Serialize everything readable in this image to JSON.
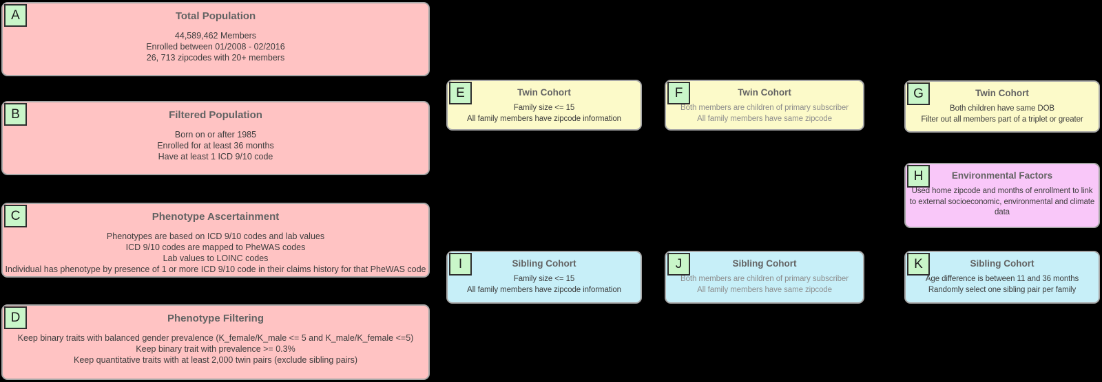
{
  "palette": {
    "background": "#000000",
    "population_fill": "#FFC3C3",
    "twin_cohort_fill": "#FCFAC9",
    "sibling_cohort_fill": "#C7EFF8",
    "environment_fill": "#F9C7F9",
    "label_badge_fill": "#C9F6C9",
    "box_border": "#A8A8A8",
    "label_badge_border": "#2E2E2E",
    "title_text": "#636363",
    "body_text": "#3D3D3D",
    "muted_body_text": "#8E8E8E"
  },
  "boxes": {
    "A": {
      "label": "A",
      "title": "Total Population",
      "lines": [
        "44,589,462 Members",
        "Enrolled between 01/2008 - 02/2016",
        "26, 713 zipcodes with 20+ members"
      ]
    },
    "B": {
      "label": "B",
      "title": "Filtered Population",
      "lines": [
        "Born on or after 1985",
        "Enrolled for at least 36 months",
        "Have at least 1 ICD 9/10 code"
      ]
    },
    "C": {
      "label": "C",
      "title": "Phenotype Ascertainment",
      "lines": [
        "Phenotypes are based on ICD 9/10 codes and lab values",
        "ICD 9/10 codes are mapped to PheWAS codes",
        "Lab values to LOINC codes",
        "Individual has phenotype by presence of 1 or more ICD 9/10 code in their claims history for that PheWAS code"
      ]
    },
    "D": {
      "label": "D",
      "title": "Phenotype Filtering",
      "lines": [
        "Keep binary traits with balanced gender prevalence (K_female/K_male <= 5 and K_male/K_female <=5)",
        "Keep binary trait with prevalence >= 0.3%",
        "Keep quantitative traits with at least 2,000 twin pairs (exclude sibling pairs)"
      ]
    },
    "E": {
      "label": "E",
      "title": "Twin Cohort",
      "lines": [
        "Family size <= 15",
        "All family members have zipcode information"
      ]
    },
    "F": {
      "label": "F",
      "title": "Twin Cohort",
      "lines": [
        "Both members are children of primary subscriber",
        "All family members have same zipcode"
      ]
    },
    "G": {
      "label": "G",
      "title": "Twin Cohort",
      "lines": [
        "Both children have same DOB",
        "Filter out all members part of a triplet or greater"
      ]
    },
    "H": {
      "label": "H",
      "title": "Environmental Factors",
      "lines": [
        "Used home zipcode and months of enrollment to link to external socioeconomic, environmental and climate data"
      ]
    },
    "I": {
      "label": "I",
      "title": "Sibling Cohort",
      "lines": [
        "Family size <= 15",
        "All family members have zipcode information"
      ]
    },
    "J": {
      "label": "J",
      "title": "Sibling Cohort",
      "lines": [
        "Both members are children of primary subscriber",
        "All family members have same zipcode"
      ]
    },
    "K": {
      "label": "K",
      "title": "Sibling Cohort",
      "lines": [
        "Age difference is between 11 and 36 months",
        "Randomly select one sibling pair per family"
      ]
    }
  }
}
